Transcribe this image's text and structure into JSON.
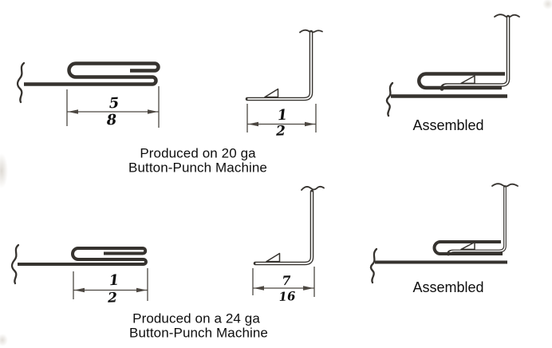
{
  "colors": {
    "ink": "#36332f",
    "dim": "#4c4741",
    "text": "#0e0e0e",
    "paper": "#ffffff"
  },
  "row1": {
    "seam_dim": {
      "num": "5",
      "den": "8"
    },
    "angle_dim": {
      "num": "1",
      "den": "2"
    },
    "assembled_label": "Assembled",
    "caption": {
      "line1": "Produced on 20 ga",
      "line2": "Button-Punch Machine"
    }
  },
  "row2": {
    "seam_dim": {
      "num": "1",
      "den": "2"
    },
    "angle_dim": {
      "num": "7",
      "den": "16"
    },
    "assembled_label": "Assembled",
    "caption": {
      "line1": "Produced on a 24 ga",
      "line2": "Button-Punch Machine"
    }
  }
}
